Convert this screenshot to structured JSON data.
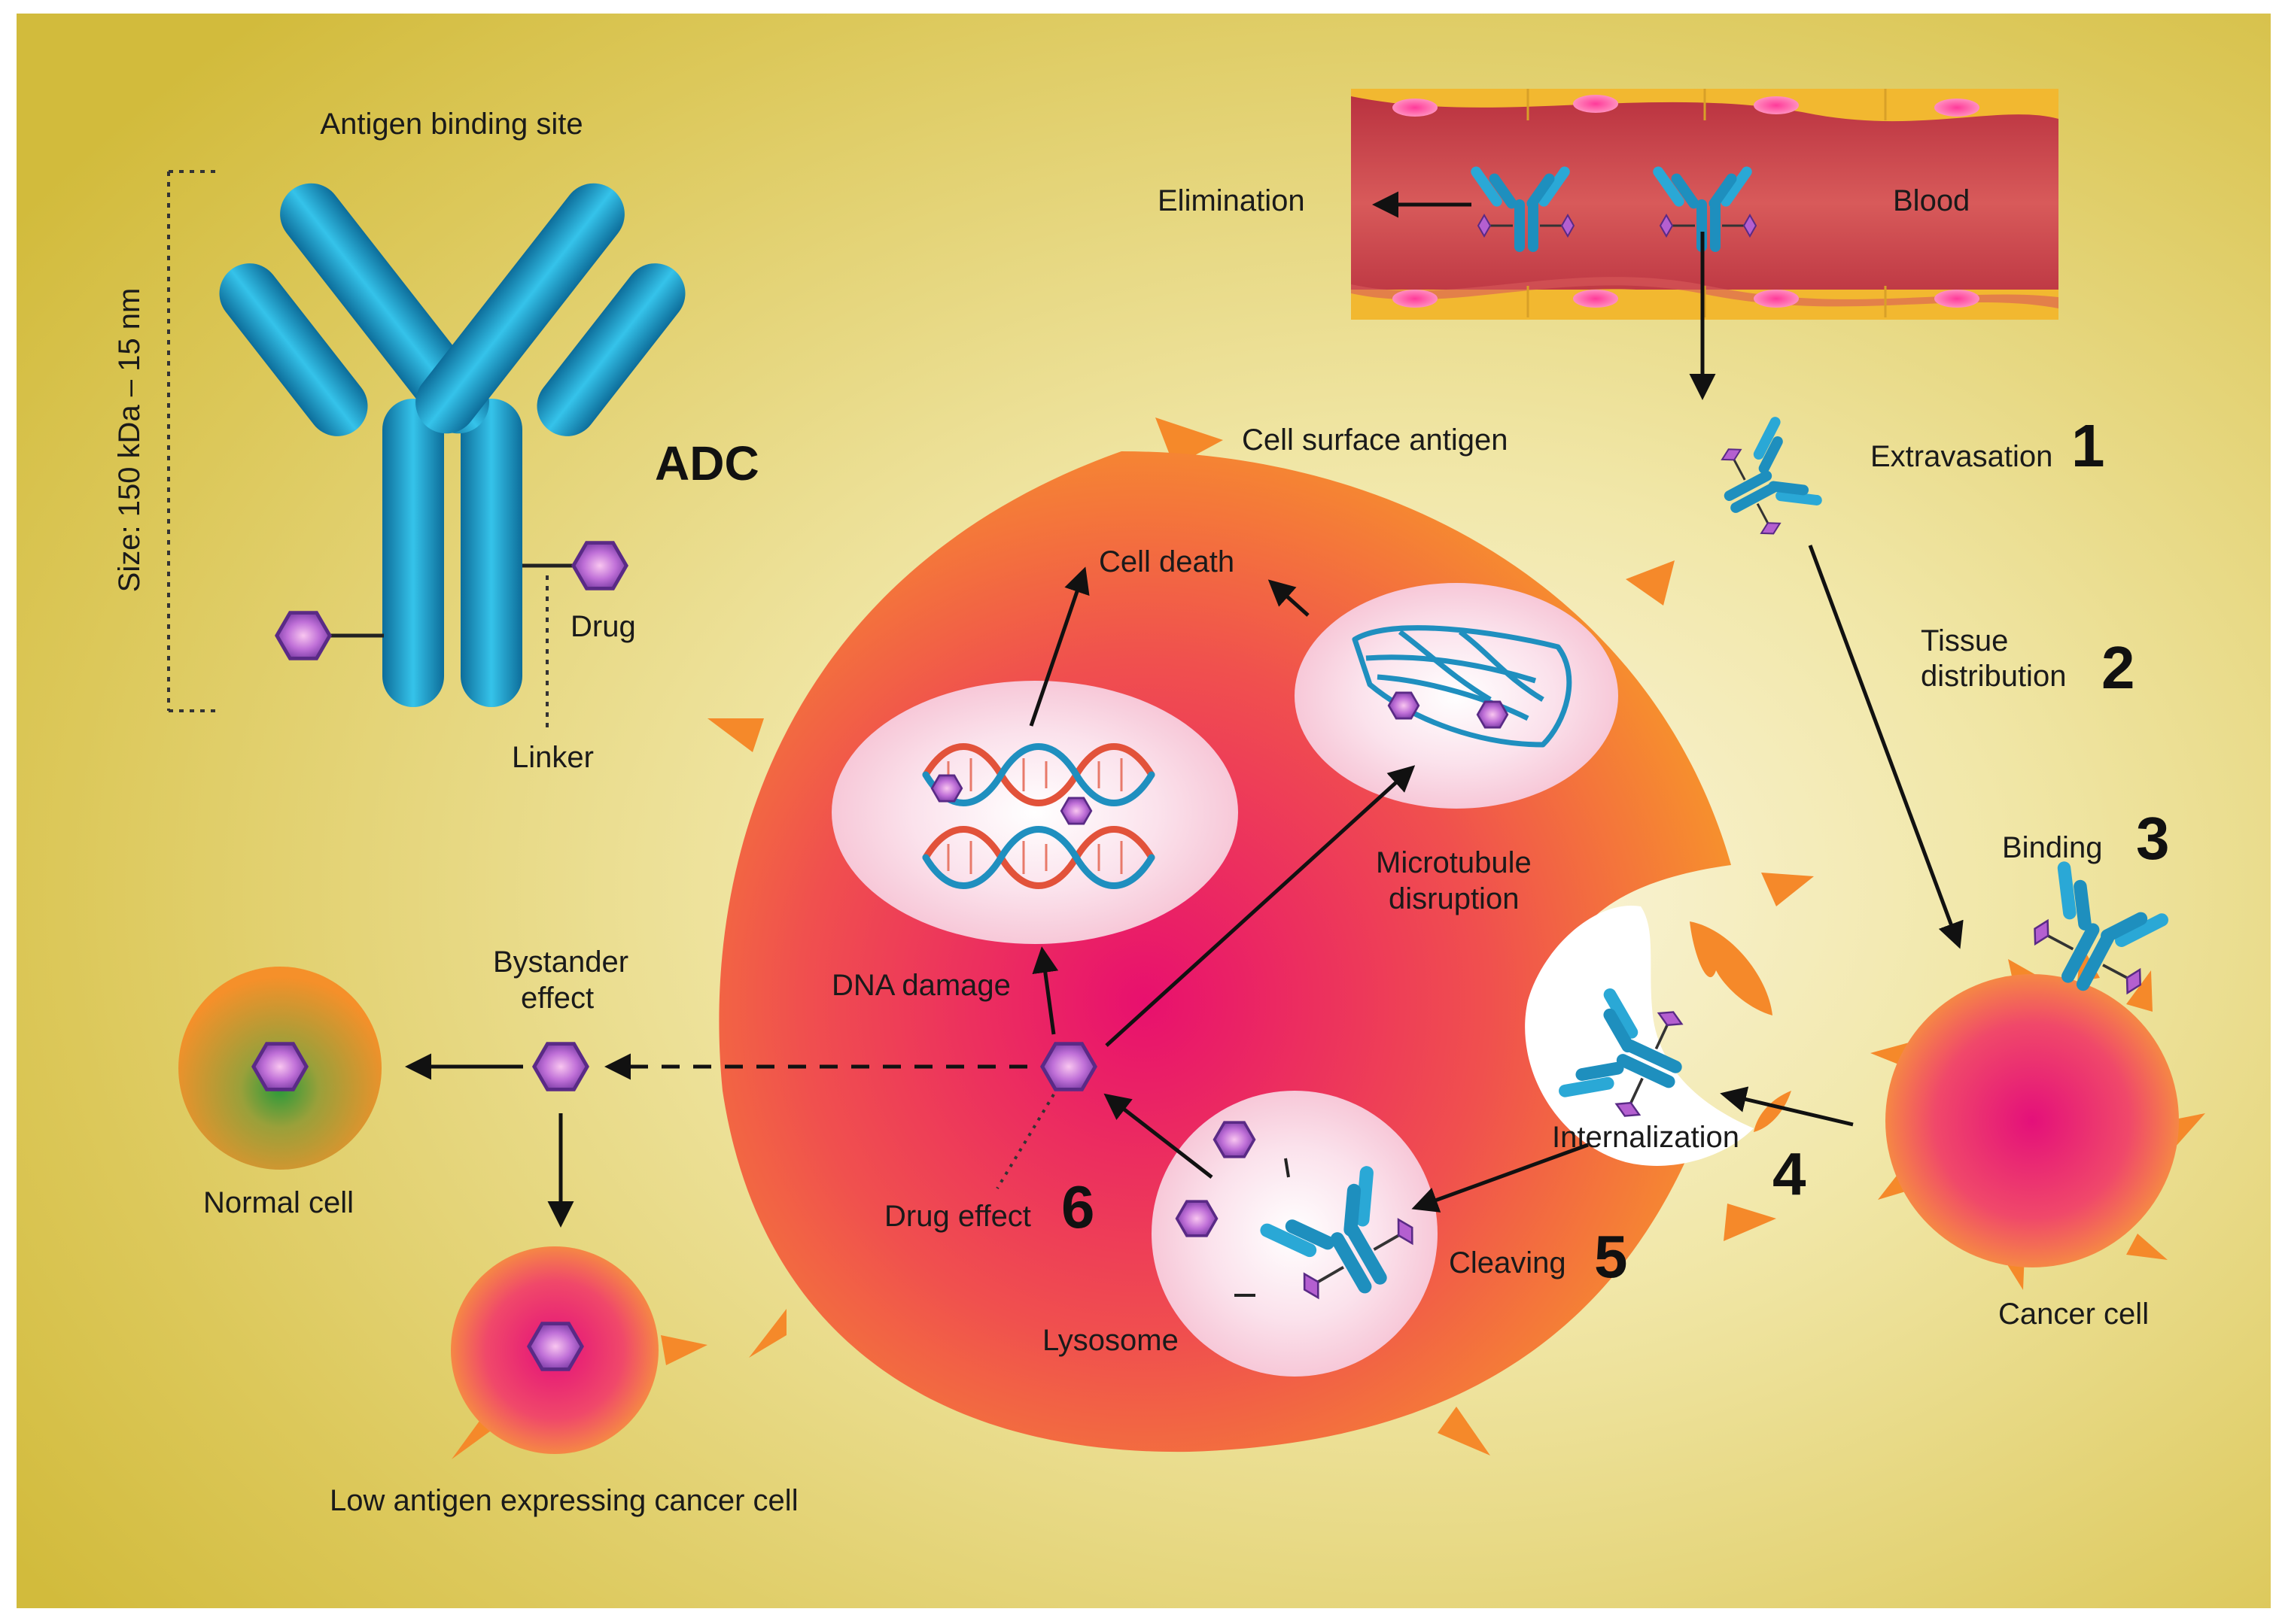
{
  "adc": {
    "title": "ADC",
    "antigen_binding_site": "Antigen binding site",
    "size": "Size: 150 kDa – 15 nm",
    "drug": "Drug",
    "linker": "Linker"
  },
  "blood": {
    "label": "Blood",
    "elimination": "Elimination"
  },
  "steps": [
    {
      "number": "1",
      "label": "Extravasation"
    },
    {
      "number": "2",
      "label_line1": "Tissue",
      "label_line2": "distribution"
    },
    {
      "number": "3",
      "label": "Binding"
    },
    {
      "number": "4",
      "label": "Internalization"
    },
    {
      "number": "5",
      "label": "Cleaving"
    },
    {
      "number": "6",
      "label": "Drug effect"
    }
  ],
  "labels": {
    "cell_surface_antigen": "Cell surface antigen",
    "cell_death": "Cell death",
    "dna_damage": "DNA damage",
    "microtubule_line1": "Microtubule",
    "microtubule_line2": "disruption",
    "lysosome": "Lysosome",
    "cancer_cell": "Cancer cell",
    "bystander_line1": "Bystander",
    "bystander_line2": "effect",
    "normal_cell": "Normal cell",
    "low_antigen_cell": "Low antigen expressing cancer cell"
  },
  "colors": {
    "background": "#d8c24a",
    "antibody": "#1f8fbf",
    "drug": "#8a4fb0",
    "cell_outer": "#f5892a",
    "cell_inner": "#e8206e",
    "vessel_wall": "#f2b830",
    "vessel_lumen": "#c8404a"
  }
}
